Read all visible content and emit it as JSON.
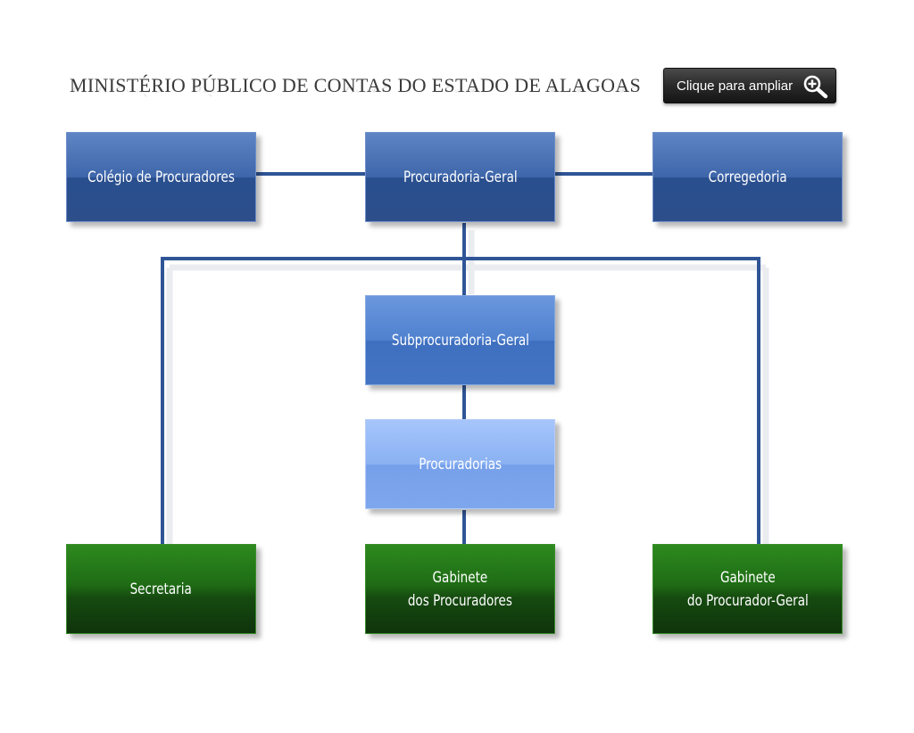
{
  "header": {
    "title": "MINISTÉRIO PÚBLICO DE CONTAS DO ESTADO DE ALAGOAS",
    "zoom_button_label": "Clique para ampliar",
    "zoom_icon": "zoom-in-magnifier-icon"
  },
  "colors": {
    "dark_blue": "#2c4e8a",
    "medium_blue": "#4374c2",
    "light_blue": "#7ea6ec",
    "green": "#1f6c15",
    "connector": "#2f5597"
  },
  "org_chart": {
    "top_row": [
      {
        "label": "Colégio de Procuradores"
      },
      {
        "label": "Procuradoria-Geral"
      },
      {
        "label": "Corregedoria"
      }
    ],
    "middle": [
      {
        "label": "Subprocuradoria-Geral"
      },
      {
        "label": "Procuradorias"
      }
    ],
    "bottom_row": [
      {
        "label": "Secretaria"
      },
      {
        "label": "Gabinete\ndos Procuradores"
      },
      {
        "label": "Gabinete\ndo Procurador-Geral"
      }
    ]
  }
}
